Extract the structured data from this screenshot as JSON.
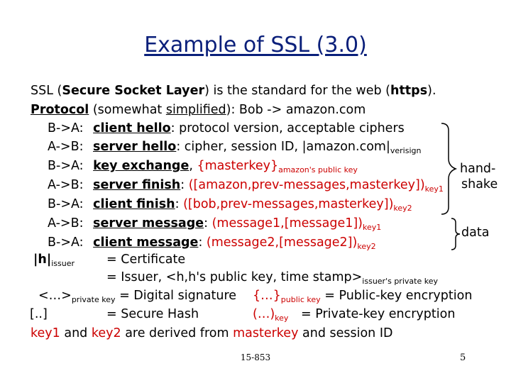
{
  "title": "Example of SSL (3.0)",
  "intro": {
    "prefix": "SSL (",
    "bold_name": "Secure Socket Layer",
    "middle": ") is the standard for the web (",
    "https": "https",
    "suffix": ")."
  },
  "protocol": {
    "label": "Protocol",
    "rest": " (somewhat ",
    "simplified": "simplified",
    "tail": "): Bob -> amazon.com"
  },
  "steps": [
    {
      "dir": "B->A:",
      "name": "client hello",
      "text": ": protocol version, acceptable ciphers"
    },
    {
      "dir": "A->B:",
      "name": "server hello",
      "text": ": cipher, session ID, |amazon.com|",
      "sub": "verisign"
    },
    {
      "dir": "B->A:",
      "name": "key exchange",
      "text": ", ",
      "red": "{masterkey}",
      "sub": "amazon's public key"
    },
    {
      "dir": "A->B:",
      "name": "server finish",
      "text": ": ",
      "red": "([amazon,prev-messages,masterkey])",
      "sub": "key1"
    },
    {
      "dir": "B->A:",
      "name": "client finish",
      "text": ": ",
      "red": "([bob,prev-messages,masterkey])",
      "sub": "key2"
    },
    {
      "dir": "A->B:",
      "name": "server message",
      "text": ": ",
      "red": "(message1,[message1])",
      "sub": "key1"
    },
    {
      "dir": "B->A:",
      "name": "client message",
      "text": ": ",
      "red": "(message2,[message2])",
      "sub": "key2"
    }
  ],
  "brace_labels": {
    "handshake_1": "hand-",
    "handshake_2": "shake",
    "data": "data"
  },
  "legend": {
    "cert_sym": "|h|",
    "cert_sub": "issuer",
    "cert_def": "= Certificate",
    "issuer_def": "= Issuer, <h,h's public key, time stamp>",
    "issuer_sub": "issuer's private key",
    "sig_sym": "<…>",
    "sig_sub": "private key",
    "sig_def": "= Digital signature",
    "pub_sym": "{…}",
    "pub_sub": "public key",
    "pub_def": "= Public-key encryption",
    "hash_sym": "[..]",
    "hash_def": "= Secure Hash",
    "priv_sym": "(…)",
    "priv_sub": "key",
    "priv_def": "= Private-key encryption",
    "key1": "key1",
    "and": " and ",
    "key2": "key2",
    "derived": " are derived from ",
    "masterkey": "masterkey",
    "session": " and session ID"
  },
  "footer": {
    "course": "15-853",
    "page": "5"
  }
}
